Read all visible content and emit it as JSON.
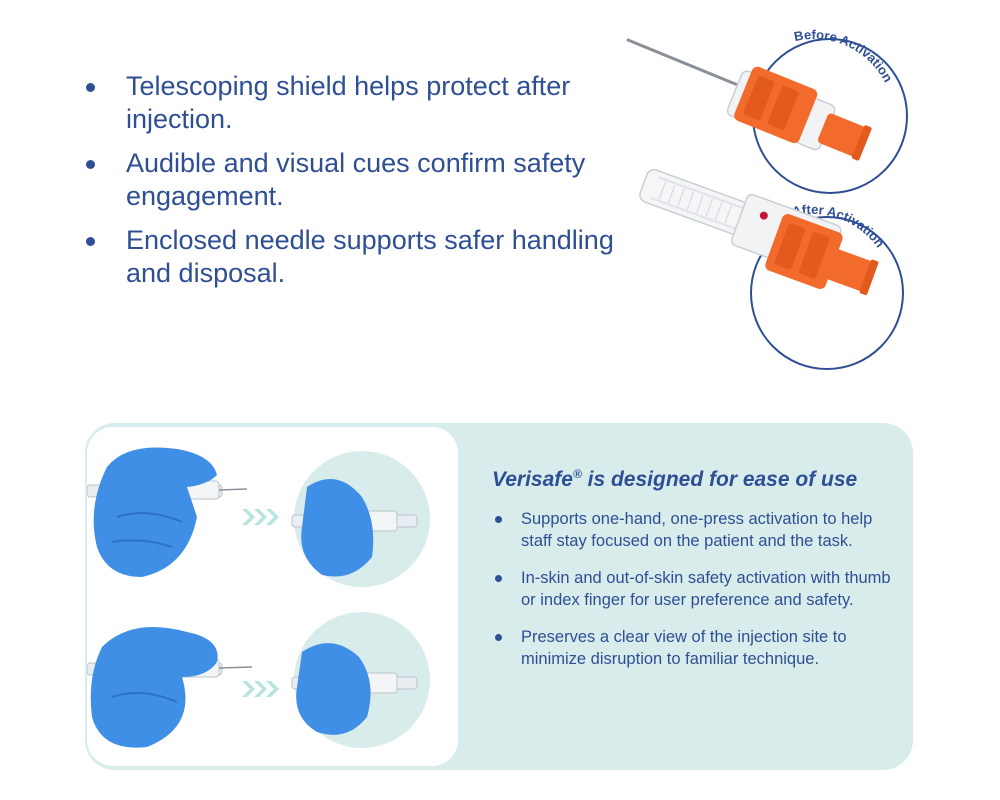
{
  "top_bullets": [
    "Telescoping shield helps protect after injection.",
    "Audible and visual cues confirm safety engagement.",
    "Enclosed needle supports safer handling and disposal."
  ],
  "badges": {
    "before": "Before Activation",
    "after": "After Activation"
  },
  "info": {
    "title": "Verisafe",
    "title_mark": "®",
    "title_rest": " is designed for ease of use",
    "bullets": [
      "Supports one-hand, one-press activation to help staff stay focused on the patient and the task.",
      "In-skin and out-of-skin safety activation with thumb or index finger for user preference and safety.",
      "Preserves a clear view of the injection site to minimize disruption to familiar technique."
    ]
  },
  "colors": {
    "primary_blue": "#2f4f95",
    "accent_orange": "#f26a2c",
    "panel_teal": "#d8eceb",
    "glove_blue": "#3f8fe6"
  }
}
